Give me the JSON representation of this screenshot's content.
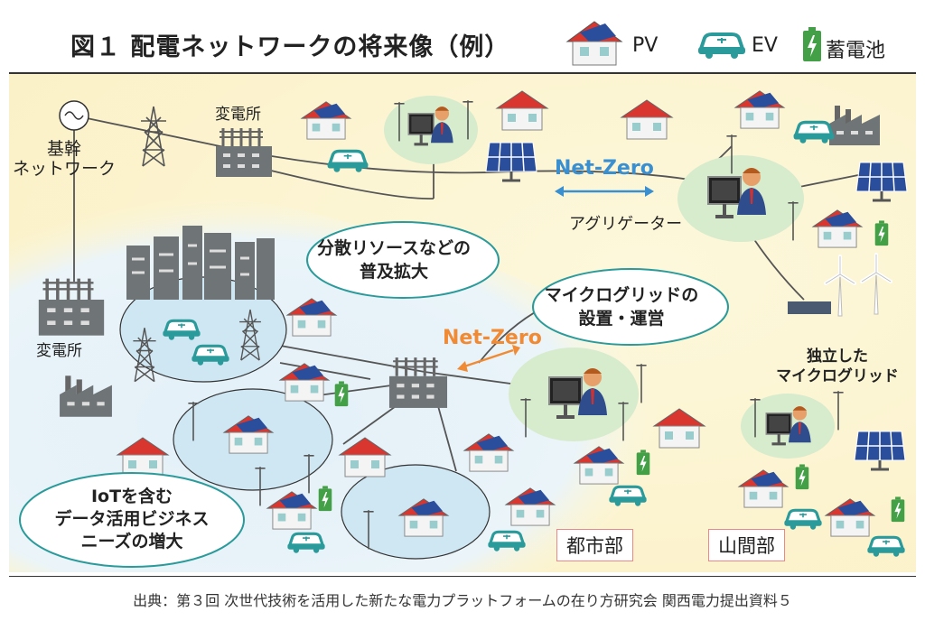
{
  "header": {
    "title": "図１ 配電ネットワークの将来像（例）",
    "legend": [
      {
        "icon": "pv-house-icon",
        "label": "PV"
      },
      {
        "icon": "ev-car-icon",
        "label": "EV"
      },
      {
        "icon": "battery-icon",
        "label": "蓄電池"
      }
    ]
  },
  "diagram": {
    "trunk_network": "基幹\nネットワーク",
    "substation_top": "変電所",
    "substation_left": "変電所",
    "aggregator": "アグリゲーター",
    "net_zero_top": "Net-Zero",
    "net_zero_middle": "Net-Zero",
    "bubble_resources": "分散リソースなどの\n普及拡大",
    "bubble_microgrid": "マイクログリッドの\n設置・運営",
    "bubble_iot": "IoTを含む\nデータ活用ビジネス\nニーズの増大",
    "independent_microgrid": "独立した\nマイクログリッド",
    "area_urban": "都市部",
    "area_mountain": "山間部"
  },
  "colors": {
    "house_roof": "#d9362f",
    "house_body": "#f4f4f4",
    "pv_panel": "#2b4e9c",
    "ev": "#2a9a9a",
    "battery": "#43a047",
    "net_zero_top": "#3a8fd0",
    "net_zero_middle": "#f08a34",
    "ellipse_fill": "#cfe6f3",
    "green_disk": "#d7ebcd",
    "bubble_border": "#2a9a9a"
  },
  "footer": {
    "source": "出典：第３回 次世代技術を活用した新たな電力プラットフォームの在り方研究会 関西電力提出資料５"
  }
}
